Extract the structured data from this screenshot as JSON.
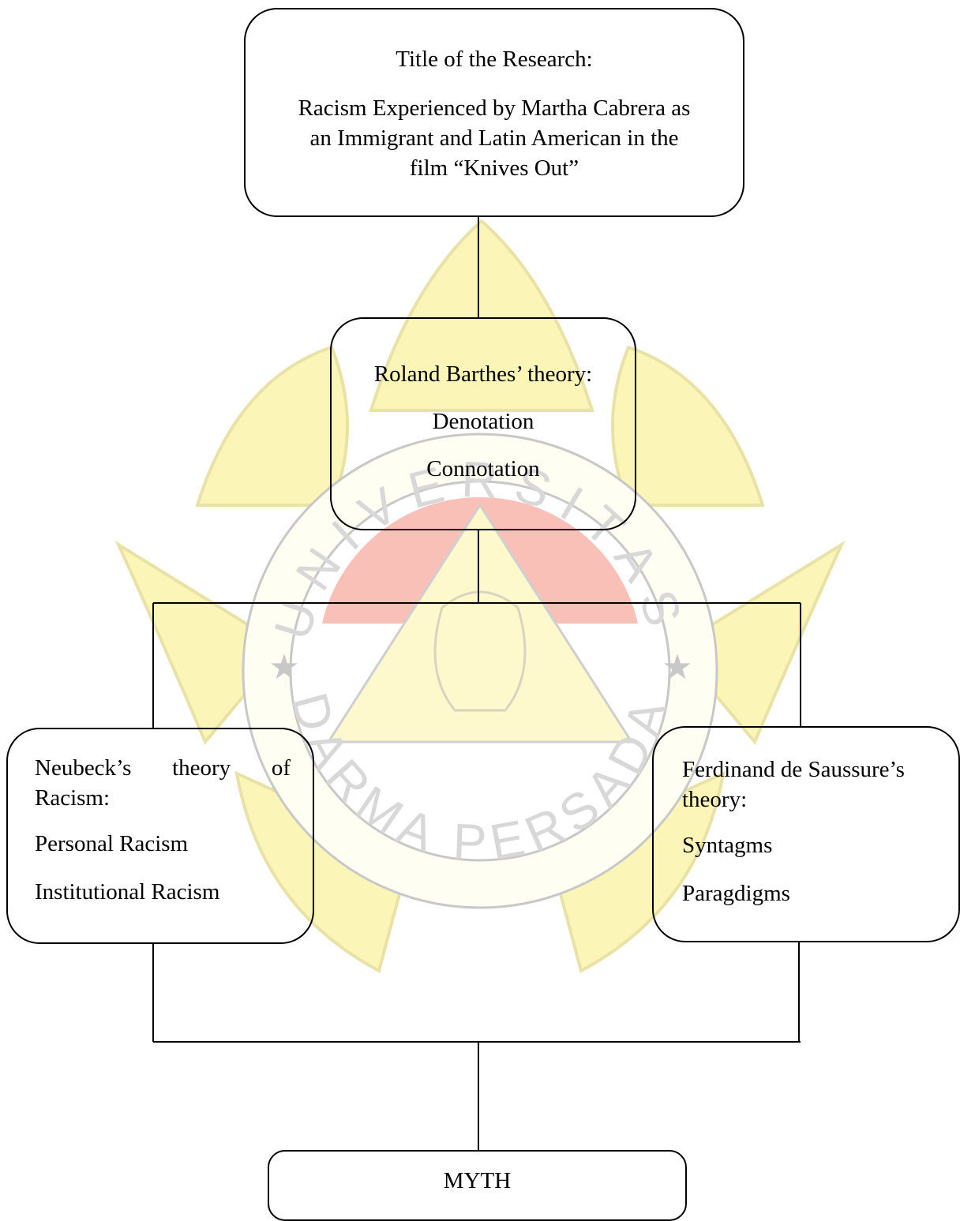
{
  "nodes": {
    "title": {
      "heading": "Title of the Research:",
      "lines": [
        "Racism Experienced by Martha Cabrera as",
        "an Immigrant and Latin American in the",
        "film “Knives Out”"
      ]
    },
    "barthes": {
      "heading": "Roland Barthes’ theory:",
      "items": [
        "Denotation",
        "Connotation"
      ]
    },
    "neubeck": {
      "heading": "Neubeck’s theory of Racism:",
      "items": [
        "Personal Racism",
        "Institutional Racism"
      ]
    },
    "saussure": {
      "heading": "Ferdinand de Saussure’s theory:",
      "items": [
        "Syntagms",
        "Paragdigms"
      ]
    },
    "myth": {
      "label": "MYTH"
    }
  },
  "edges": [
    {
      "from": "title",
      "to": "barthes"
    },
    {
      "from": "barthes",
      "to": "neubeck"
    },
    {
      "from": "barthes",
      "to": "saussure"
    },
    {
      "from": "neubeck",
      "to": "myth"
    },
    {
      "from": "saussure",
      "to": "myth"
    }
  ],
  "watermark": {
    "top_letters": "UNIVERSITAS",
    "bottom_letters": "DARMA PERSADA",
    "colors": {
      "petal": "#fbf5b8",
      "petal_edge": "#e9e2a6",
      "red": "#f9c0b8",
      "ring": "#c8c8c8",
      "triangle": "#fdf9cd"
    }
  }
}
